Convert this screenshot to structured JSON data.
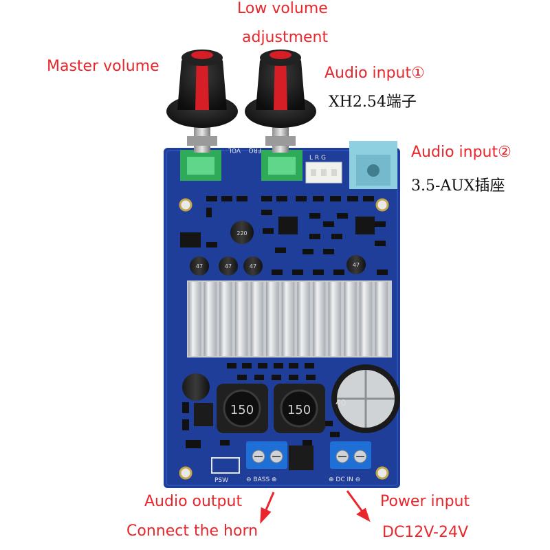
{
  "colors": {
    "label_red": "#e8262b",
    "label_black": "#111111",
    "pcb_blue": "#1f3e9a",
    "heatsink": "#d7d9dc",
    "terminal_blue": "#1e6fd6",
    "knob_black": "#141414",
    "knob_red": "#d61e26",
    "pot_green": "#2faa58",
    "aux_jack": "#8ecfe0"
  },
  "labels": {
    "master_volume": "Master volume",
    "low_volume_1": "Low volume",
    "low_volume_2": "adjustment",
    "audio_input_1": "Audio input①",
    "audio_input_1_spec": "XH2.54端子",
    "audio_input_2": "Audio input②",
    "audio_input_2_spec": "3.5-AUX插座",
    "audio_output": "Audio output",
    "connect_horn": "Connect the horn",
    "power_input": "Power input",
    "power_spec": "DC12V-24V"
  },
  "board_marks": {
    "vol": "VOL",
    "frq": "FRQ",
    "lrg": "L R G",
    "psw": "PSW",
    "bass": "⊖ BASS ⊕",
    "dc_in": "⊕ DC IN ⊖",
    "inductor_1": "150",
    "inductor_2": "150",
    "cap_big": "40",
    "cap_1": "220",
    "cap_2": "47",
    "cap_3": "47",
    "cap_4": "47",
    "cap_5": "47"
  },
  "icons": {
    "arrow_left": "arrow-down-left-icon",
    "arrow_right": "arrow-down-right-icon"
  }
}
